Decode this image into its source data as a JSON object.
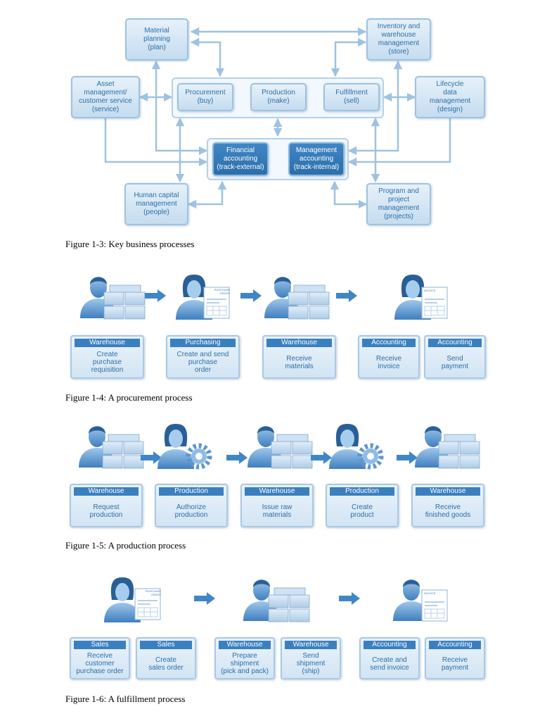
{
  "fig3": {
    "caption": "Figure 1-3: Key business processes",
    "material_planning": "Material\nplanning\n(plan)",
    "inventory": "Inventory and\nwarehouse\nmanagement\n(store)",
    "asset": "Asset\nmanagement/\ncustomer service\n(service)",
    "procurement": "Procurement\n(buy)",
    "production": "Production\n(make)",
    "fulfillment": "Fulfillment\n(sell)",
    "lifecycle": "Lifecycle\ndata\nmanagement\n(design)",
    "financial": "Financial\naccounting\n(track-external)",
    "management": "Management\naccounting\n(track-internal)",
    "human": "Human capital\nmanagement\n(people)",
    "program": "Program and\nproject\nmanagement\n(projects)"
  },
  "fig4": {
    "caption": "Figure 1-4: A procurement process",
    "po_label": "PURCHASE\nORDER",
    "invoice_label": "INVOICE",
    "steps": [
      {
        "role": "Warehouse",
        "task": "Create\npurchase\nrequisition"
      },
      {
        "role": "Purchasing",
        "task": "Create and send\npurchase\norder"
      },
      {
        "role": "Warehouse",
        "task": "Receive\nmaterials"
      },
      {
        "role": "Accounting",
        "task": "Receive\ninvoice"
      },
      {
        "role": "Accounting",
        "task": "Send\npayment"
      }
    ]
  },
  "fig5": {
    "caption": "Figure 1-5: A production process",
    "steps": [
      {
        "role": "Warehouse",
        "task": "Request\nproduction"
      },
      {
        "role": "Production",
        "task": "Authorize\nproduction"
      },
      {
        "role": "Warehouse",
        "task": "Issue raw\nmaterials"
      },
      {
        "role": "Production",
        "task": "Create\nproduct"
      },
      {
        "role": "Warehouse",
        "task": "Receive\nfinished goods"
      }
    ]
  },
  "fig6": {
    "caption": "Figure 1-6: A fulfillment process",
    "po_label": "PURCHASE\nORDER",
    "invoice_label": "INVOICE",
    "steps": [
      {
        "role": "Sales",
        "task": "Receive\ncustomer\npurchase order"
      },
      {
        "role": "Sales",
        "task": "Create\nsales order"
      },
      {
        "role": "Warehouse",
        "task": "Prepare\nshipment\n(pick and pack)"
      },
      {
        "role": "Warehouse",
        "task": "Send\nshipment\n(ship)"
      },
      {
        "role": "Accounting",
        "task": "Create and\nsend invoice"
      },
      {
        "role": "Accounting",
        "task": "Receive\npayment"
      }
    ]
  }
}
